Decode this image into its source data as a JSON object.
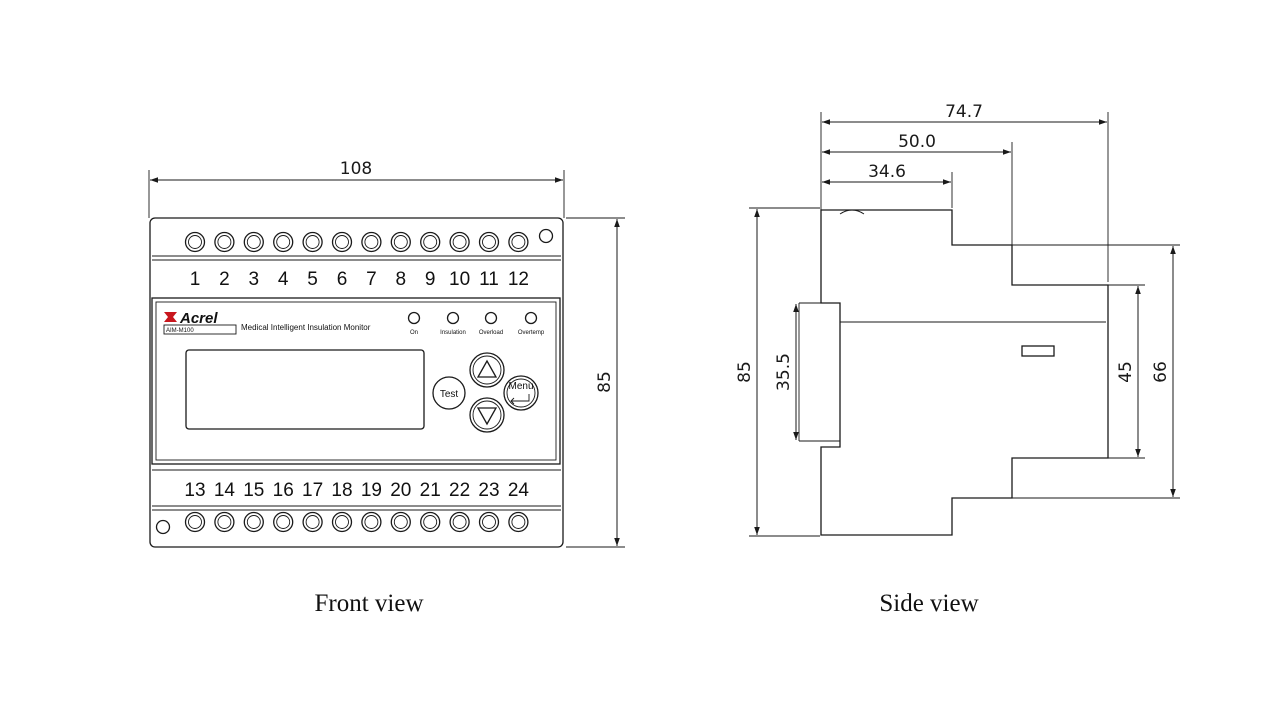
{
  "front": {
    "caption": "Front view",
    "width_dim": "108",
    "height_dim": "85",
    "top_terminals": [
      "1",
      "2",
      "3",
      "4",
      "5",
      "6",
      "7",
      "8",
      "9",
      "10",
      "11",
      "12"
    ],
    "bottom_terminals": [
      "13",
      "14",
      "15",
      "16",
      "17",
      "18",
      "19",
      "20",
      "21",
      "22",
      "23",
      "24"
    ],
    "brand": "Acrel",
    "model": "AIM-M100",
    "product_name": "Medical Intelligent Insulation Monitor",
    "leds": [
      "On",
      "Insulation",
      "Overload",
      "Overtemp"
    ],
    "test_button": "Test",
    "menu_button": "Menu"
  },
  "side": {
    "caption": "Side view",
    "dims": {
      "total_depth": "74.7",
      "depth_mid": "50.0",
      "depth_front": "34.6",
      "height": "85",
      "rail_height": "35.5",
      "mid_height": "45",
      "step_height": "66"
    }
  }
}
